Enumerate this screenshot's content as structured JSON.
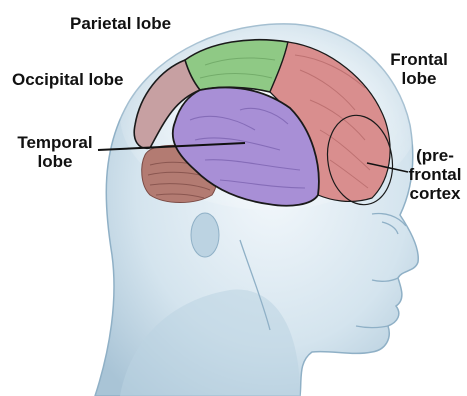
{
  "labels": {
    "parietal": "Parietal lobe",
    "occipital": "Occipital lobe",
    "frontal_line1": "Frontal",
    "frontal_line2": "lobe",
    "temporal_line1": "Temporal",
    "temporal_line2": "lobe",
    "prefrontal_line1": "(pre-",
    "prefrontal_line2": "frontal",
    "prefrontal_line3": "cortex"
  },
  "colors": {
    "background": "#ffffff",
    "head_skin": "#c9dbe6",
    "head_outline": "#8fb0c6",
    "parietal_lobe": "#8fc985",
    "frontal_lobe": "#d98e8e",
    "occipital_lobe": "#c7a0a2",
    "temporal_lobe": "#a88fd6",
    "cerebellum": "#b37b72",
    "sulcus_lines": "#1a1a1a",
    "label_text": "#111111"
  }
}
